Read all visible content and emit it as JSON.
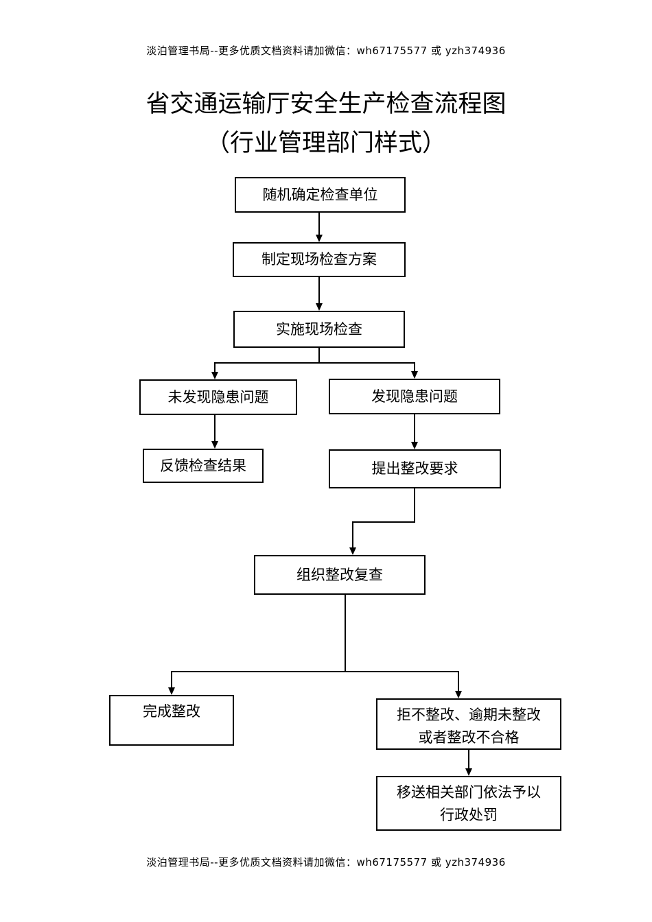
{
  "page": {
    "header_note": "淡泊管理书局--更多优质文档资料请加微信：wh67175577 或 yzh374936",
    "footer_note": "淡泊管理书局--更多优质文档资料请加微信：wh67175577 或 yzh374936",
    "title_line1": "省交通运输厅安全生产检查流程图",
    "title_line2": "（行业管理部门样式）"
  },
  "flowchart": {
    "nodes": {
      "random_select": {
        "label": "随机确定检查单位"
      },
      "make_plan": {
        "label": "制定现场检查方案"
      },
      "conduct_inspection": {
        "label": "实施现场检查"
      },
      "no_hazard": {
        "label": "未发现隐患问题"
      },
      "hazard_found": {
        "label": "发现隐患问题"
      },
      "feedback_result": {
        "label": "反馈检查结果"
      },
      "require_rectification": {
        "label": "提出整改要求"
      },
      "organize_review": {
        "label": "组织整改复查"
      },
      "rectification_done": {
        "label": "完成整改"
      },
      "refuse_rectify": {
        "line1": "拒不整改、逾期未整改",
        "line2": "或者整改不合格"
      },
      "transfer_punish": {
        "line1": "移送相关部门依法予以",
        "line2": "行政处罚"
      }
    }
  },
  "colors": {
    "line": "#000000",
    "box_border": "#000000",
    "box_bg": "#ffffff",
    "text": "#000000",
    "page_bg": "#ffffff"
  }
}
